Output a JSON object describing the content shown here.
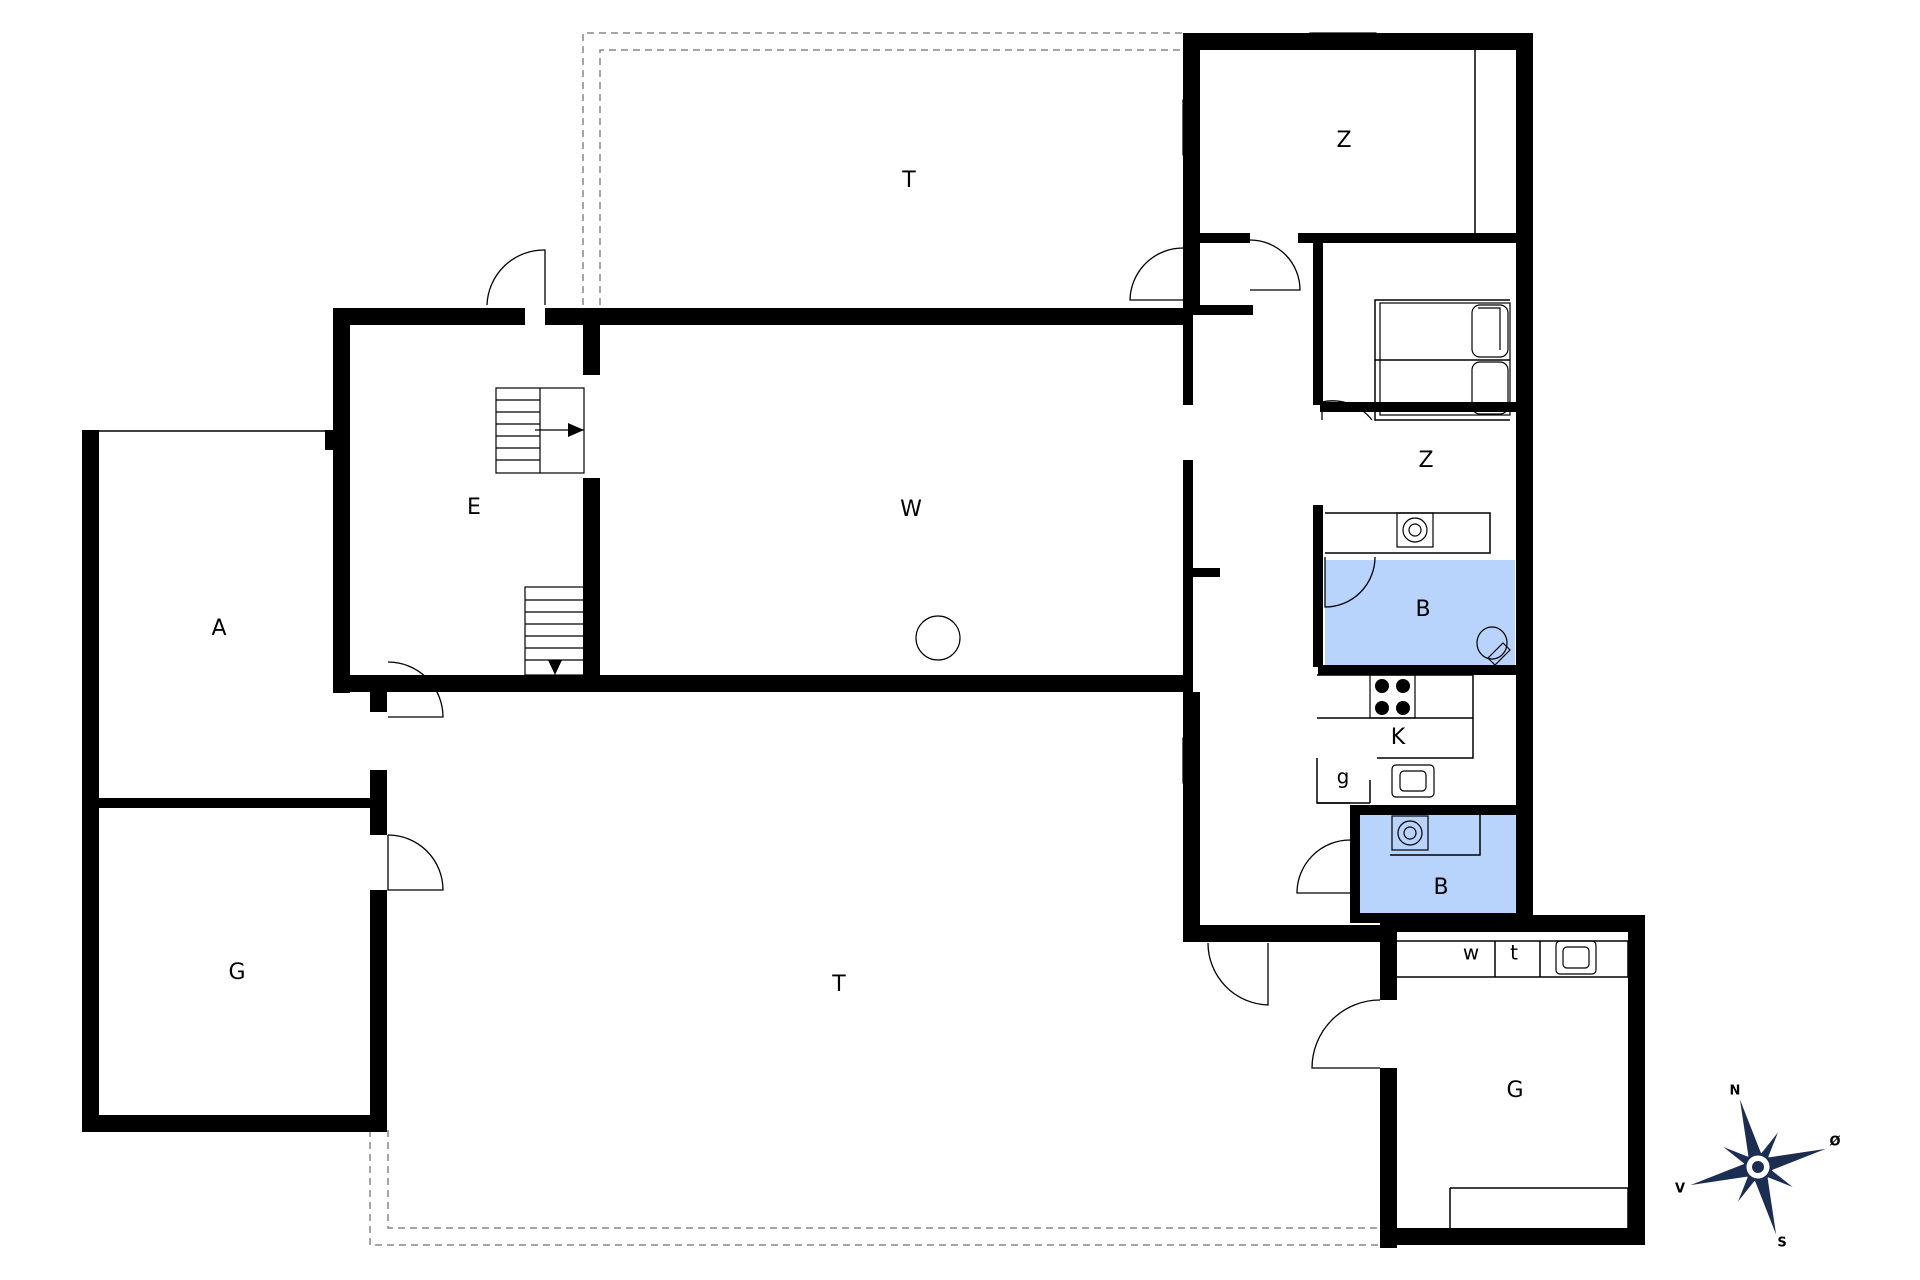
{
  "colors": {
    "wall": "#000000",
    "wet_room": "#b8d4fc",
    "terrace_line": "#888888",
    "compass": "#1c2d52"
  },
  "rooms": {
    "terrace_north": "T",
    "bedroom_top": "Z",
    "entrance": "E",
    "living": "W",
    "bedroom_mid": "Z",
    "bath_1": "B",
    "kitchen": "K",
    "fridge": "g",
    "bath_2": "B",
    "garage_right": "G",
    "washer": "w",
    "dryer": "t",
    "annex": "A",
    "garage_left": "G",
    "terrace_south": "T"
  },
  "compass": {
    "north": "N",
    "east": "Ø",
    "south": "S",
    "west": "V"
  }
}
